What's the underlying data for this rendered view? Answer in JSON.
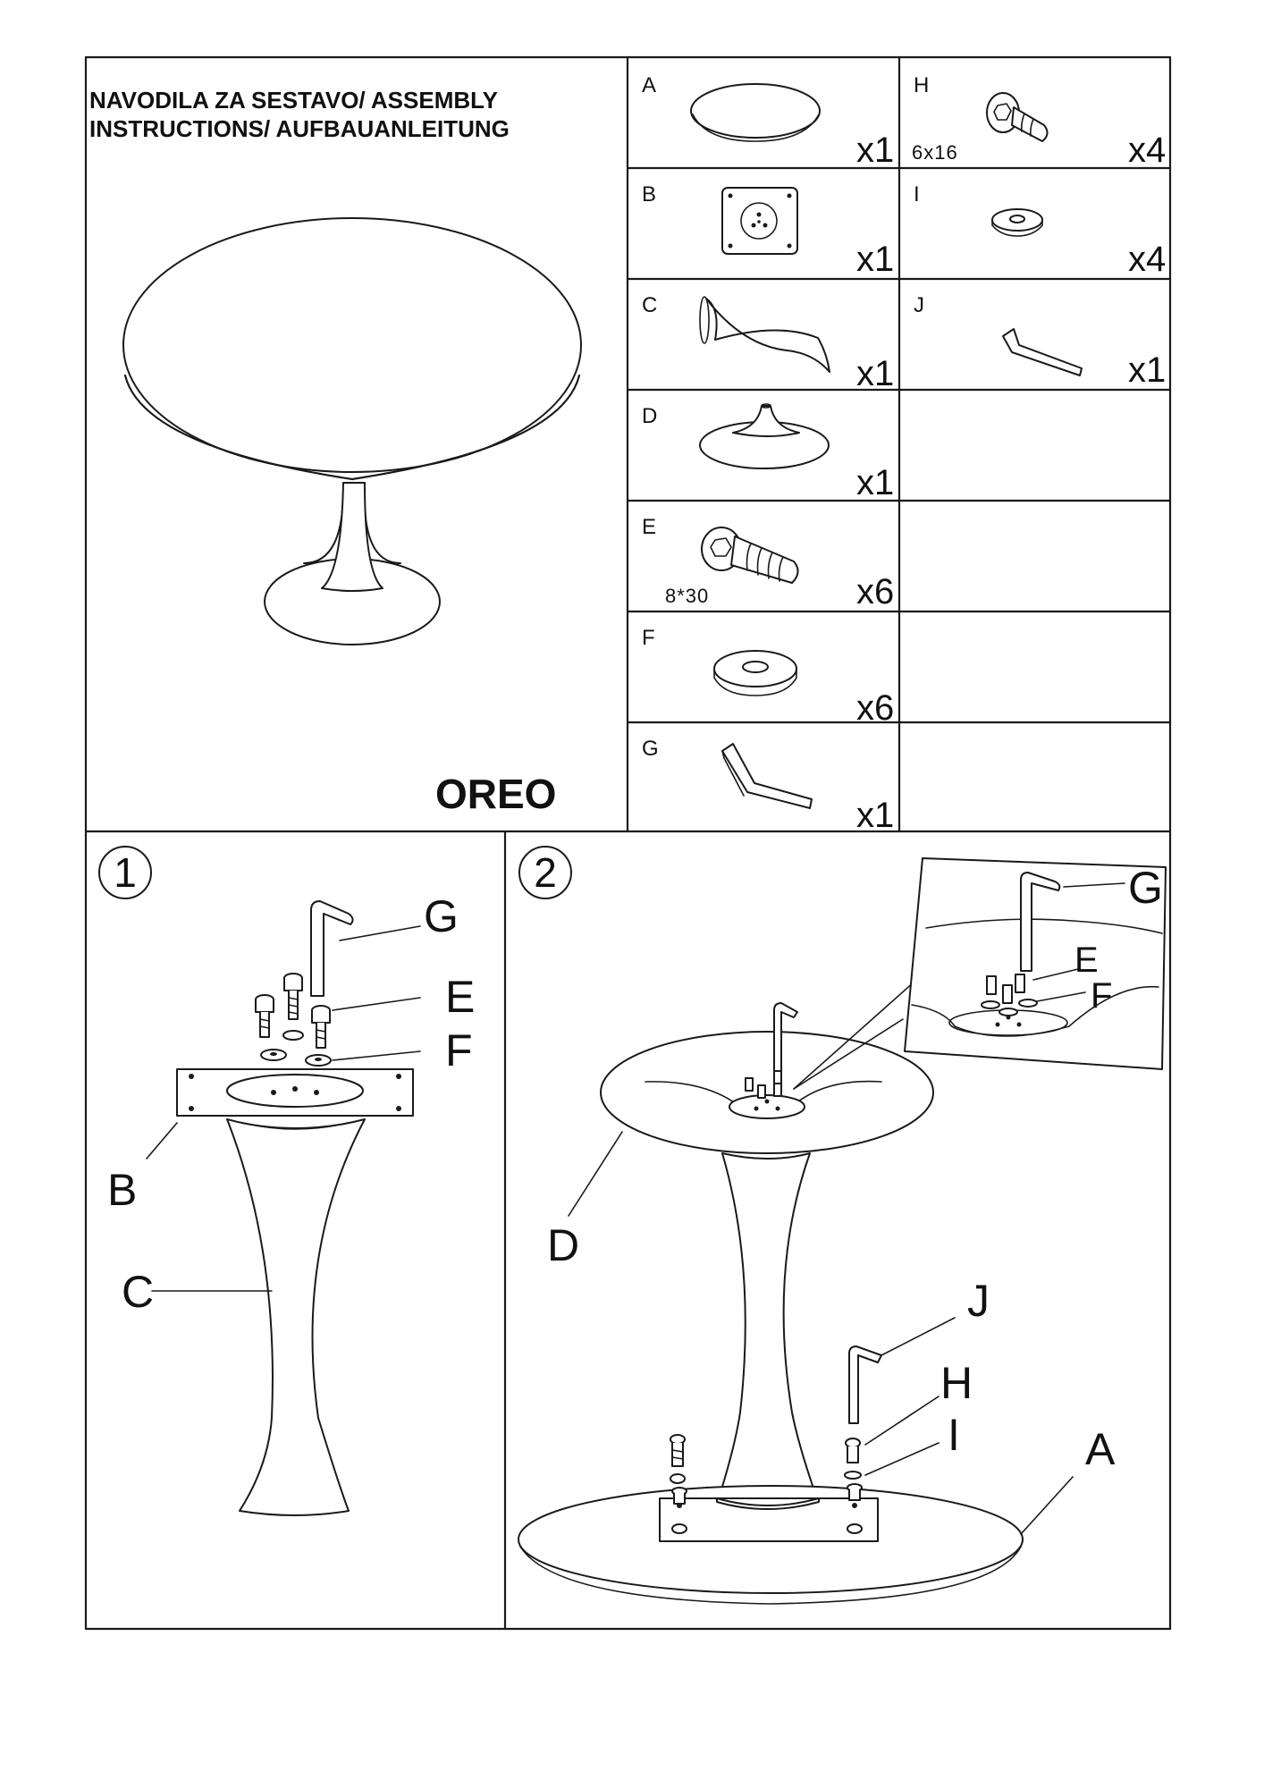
{
  "header": {
    "title_line1": "NAVODILA ZA SESTAVO/ ASSEMBLY",
    "title_line2": "INSTRUCTIONS/ AUFBAUANLEITUNG",
    "product": "OREO"
  },
  "parts": [
    {
      "letter": "A",
      "qty": "x1",
      "name": "table-top",
      "icon": "round-top-icon"
    },
    {
      "letter": "B",
      "qty": "x1",
      "name": "mounting-plate",
      "icon": "square-plate-icon"
    },
    {
      "letter": "C",
      "qty": "x1",
      "name": "column",
      "icon": "column-icon"
    },
    {
      "letter": "D",
      "qty": "x1",
      "name": "base",
      "icon": "base-disc-icon"
    },
    {
      "letter": "E",
      "qty": "x6",
      "spec": "8*30",
      "name": "bolt",
      "icon": "hex-bolt-icon"
    },
    {
      "letter": "F",
      "qty": "x6",
      "name": "washer",
      "icon": "washer-icon"
    },
    {
      "letter": "G",
      "qty": "x1",
      "name": "allen-key",
      "icon": "allen-key-icon"
    },
    {
      "letter": "H",
      "qty": "x4",
      "spec": "6x16",
      "name": "screw",
      "icon": "hex-screw-icon"
    },
    {
      "letter": "I",
      "qty": "x4",
      "name": "small-washer",
      "icon": "washer-icon"
    },
    {
      "letter": "J",
      "qty": "x1",
      "name": "small-allen-key",
      "icon": "allen-key-icon"
    }
  ],
  "steps": [
    {
      "number": "1",
      "labels": {
        "g": "G",
        "e": "E",
        "f": "F",
        "b": "B",
        "c": "C"
      }
    },
    {
      "number": "2",
      "labels": {
        "g": "G",
        "e": "E",
        "f": "F",
        "d": "D",
        "j": "J",
        "h": "H",
        "i": "I",
        "a": "A"
      }
    }
  ]
}
